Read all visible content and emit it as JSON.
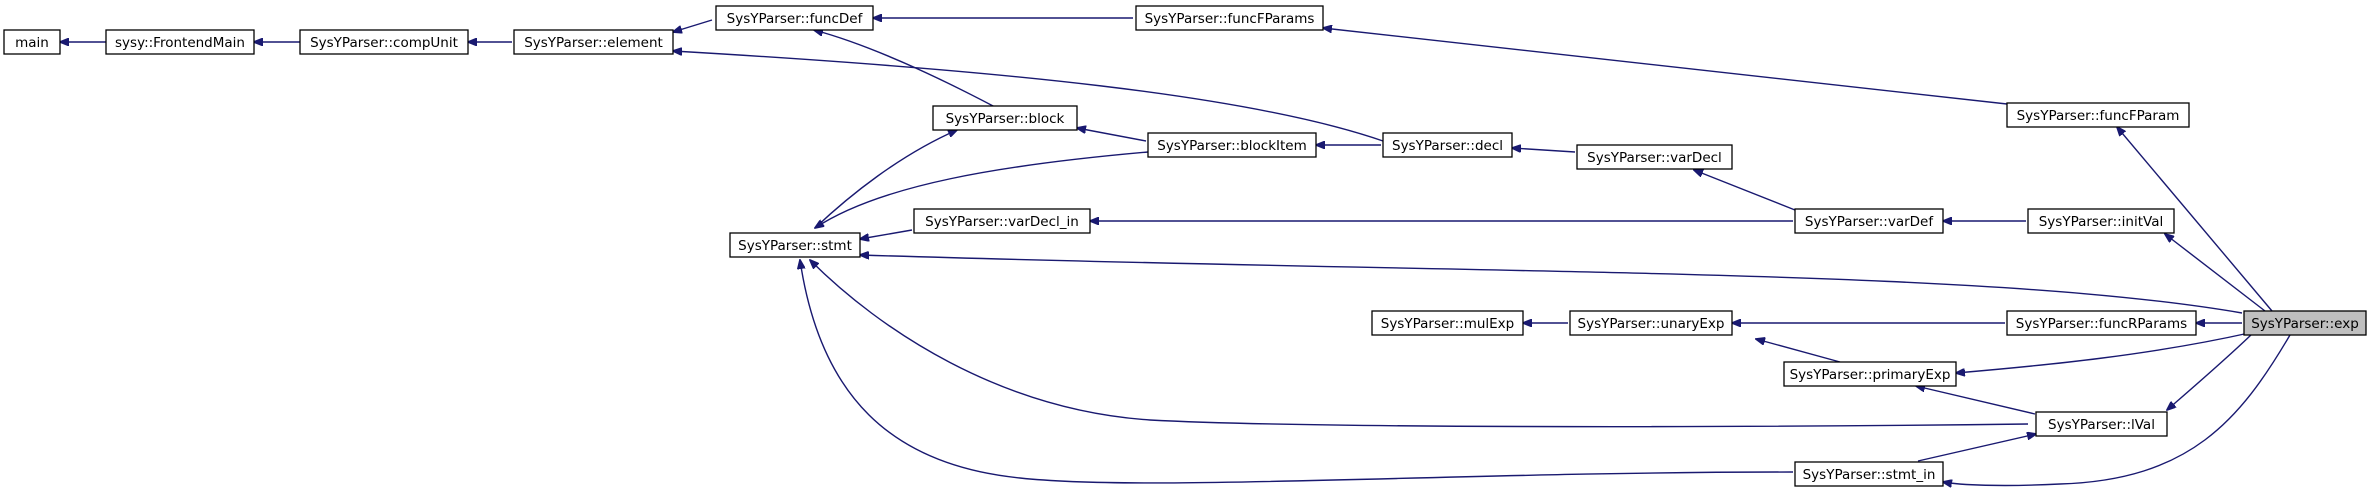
{
  "diagram": {
    "kind": "caller-graph",
    "edge_color": "#191970",
    "focus_fill": "#bfbfbf",
    "nodes": {
      "main": "main",
      "frontendmain": "sysy::FrontendMain",
      "compunit": "SysYParser::compUnit",
      "element": "SysYParser::element",
      "funcdef": "SysYParser::funcDef",
      "funcfparams": "SysYParser::funcFParams",
      "block": "SysYParser::block",
      "blockitem": "SysYParser::blockItem",
      "decl": "SysYParser::decl",
      "vardecl": "SysYParser::varDecl",
      "funcfparam": "SysYParser::funcFParam",
      "stmt": "SysYParser::stmt",
      "vardecl_in": "SysYParser::varDecl_in",
      "vardef": "SysYParser::varDef",
      "initval": "SysYParser::initVal",
      "mulexp": "SysYParser::mulExp",
      "unaryexp": "SysYParser::unaryExp",
      "funcrparams": "SysYParser::funcRParams",
      "exp": "SysYParser::exp",
      "primaryexp": "SysYParser::primaryExp",
      "lval": "SysYParser::lVal",
      "stmt_in": "SysYParser::stmt_in"
    },
    "edges": [
      [
        "frontendmain",
        "main"
      ],
      [
        "compunit",
        "frontendmain"
      ],
      [
        "element",
        "compunit"
      ],
      [
        "funcdef",
        "element"
      ],
      [
        "funcfparams",
        "funcdef"
      ],
      [
        "block",
        "funcdef"
      ],
      [
        "decl",
        "element"
      ],
      [
        "blockitem",
        "block"
      ],
      [
        "decl",
        "blockitem"
      ],
      [
        "vardecl",
        "decl"
      ],
      [
        "funcfparam",
        "funcfparams"
      ],
      [
        "stmt",
        "block"
      ],
      [
        "blockitem",
        "stmt"
      ],
      [
        "vardecl_in",
        "stmt"
      ],
      [
        "vardef",
        "vardecl"
      ],
      [
        "vardef",
        "vardecl_in"
      ],
      [
        "initval",
        "vardef"
      ],
      [
        "unaryexp",
        "mulexp"
      ],
      [
        "funcrparams",
        "unaryexp"
      ],
      [
        "primaryexp",
        "unaryexp"
      ],
      [
        "exp",
        "funcfparam"
      ],
      [
        "exp",
        "initval"
      ],
      [
        "exp",
        "stmt"
      ],
      [
        "exp",
        "funcrparams"
      ],
      [
        "exp",
        "primaryexp"
      ],
      [
        "exp",
        "lval"
      ],
      [
        "exp",
        "stmt_in"
      ],
      [
        "lval",
        "primaryexp"
      ],
      [
        "lval",
        "stmt"
      ],
      [
        "stmt_in",
        "stmt"
      ],
      [
        "stmt_in",
        "lval"
      ]
    ]
  }
}
